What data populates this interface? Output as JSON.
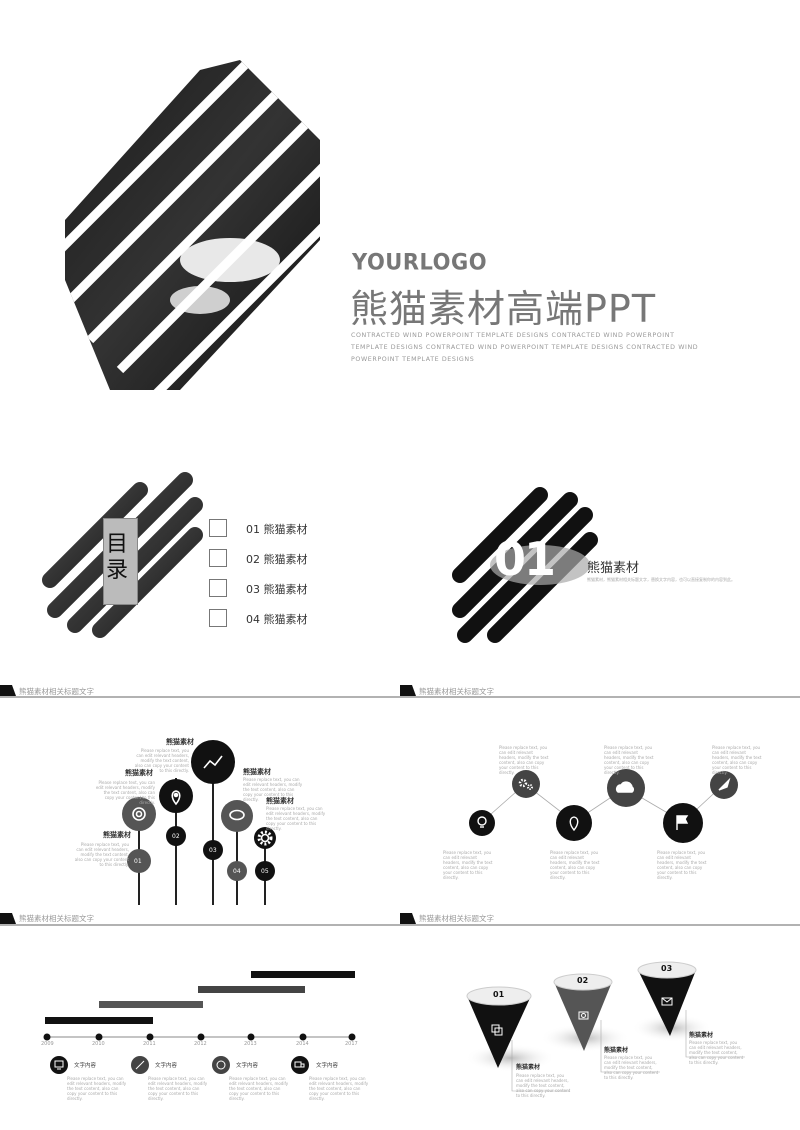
{
  "cover": {
    "logo": "YOURLOGO",
    "title": "熊猫素材高端PPT",
    "subtitle": "CONTRACTED WIND POWERPOINT TEMPLATE DESIGNS CONTRACTED WIND POWERPOINT TEMPLATE DESIGNS CONTRACTED WIND POWERPOINT TEMPLATE DESIGNS CONTRACTED WIND POWERPOINT TEMPLATE DESIGNS"
  },
  "toc": {
    "heading": "目录",
    "items": [
      "01 熊猫素材",
      "02 熊猫素材",
      "03 熊猫素材",
      "04 熊猫素材"
    ]
  },
  "section": {
    "number": "01",
    "title": "熊猫素材",
    "text": "熊猫素材，熊猫素材相关标题文字，替换文字内容，也可以直接复制你的内容到此。"
  },
  "header_label": "熊猫素材相关标题文字",
  "slide3": {
    "title": "熊猫素材",
    "text": "Please replace text, you can edit relevant headers, modify the text content, also can copy your content to this directly.",
    "nums": [
      "01",
      "02",
      "03",
      "04",
      "05"
    ],
    "icons": [
      "lifebuoy-icon",
      "location-pin-icon",
      "trend-chart-icon",
      "chat-icon",
      "gear-icon"
    ]
  },
  "slide4": {
    "text": "Please replace text, you can edit relevant headers, modify the text content, also can copy your content to this directly.",
    "icons": [
      "lightbulb-icon",
      "gears-icon",
      "location-pin-icon",
      "cloud-icon",
      "flag-icon",
      "rocket-icon"
    ]
  },
  "slide5": {
    "years": [
      "2009",
      "2010",
      "2011",
      "2012",
      "2013",
      "2014",
      "2017"
    ],
    "item_title": "文字内容",
    "item_text": "Please replace text, you can edit relevant headers, modify the text content, also can copy your content to this directly.",
    "icons": [
      "monitor-icon",
      "pencil-icon",
      "compass-icon",
      "truck-icon"
    ]
  },
  "slide6": {
    "nums": [
      "01",
      "02",
      "03"
    ],
    "title": "熊猫素材",
    "text": "Please replace text, you can edit relevant headers, modify the text content, also can copy your content to this directly.",
    "icons": [
      "copy-icon",
      "camera-icon",
      "mail-icon"
    ]
  },
  "colors": {
    "black": "#111111",
    "gray": "#666666",
    "light": "#999999"
  }
}
